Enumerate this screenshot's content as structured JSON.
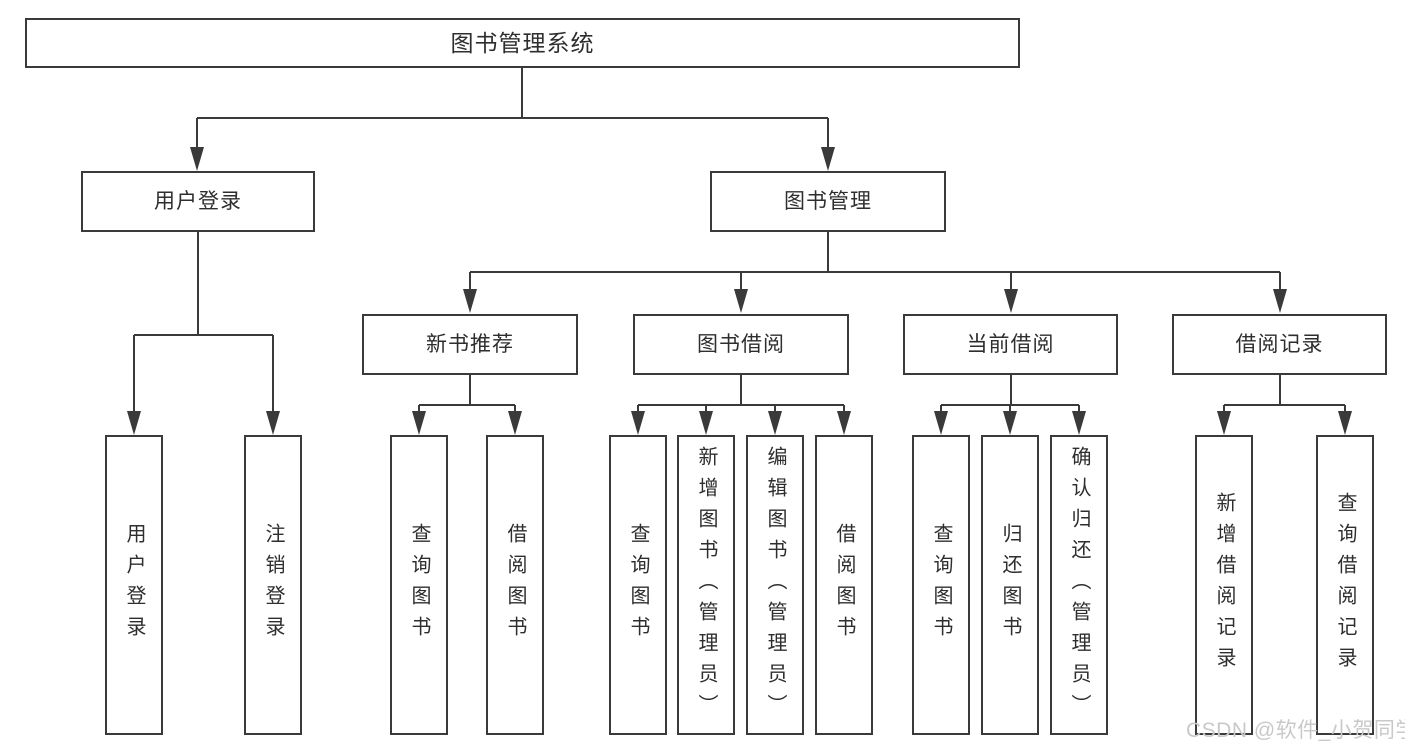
{
  "diagram": {
    "tree": {
      "root": {
        "label": "图书管理系统",
        "children": [
          {
            "label": "用户登录",
            "children": [
              {
                "label": "用户登录"
              },
              {
                "label": "注销登录"
              }
            ]
          },
          {
            "label": "图书管理",
            "children": [
              {
                "label": "新书推荐",
                "children": [
                  {
                    "label": "查询图书"
                  },
                  {
                    "label": "借阅图书"
                  }
                ]
              },
              {
                "label": "图书借阅",
                "children": [
                  {
                    "label": "查询图书"
                  },
                  {
                    "label": "新增图书（管理员）"
                  },
                  {
                    "label": "编辑图书（管理员）"
                  },
                  {
                    "label": "借阅图书"
                  }
                ]
              },
              {
                "label": "当前借阅",
                "children": [
                  {
                    "label": "查询图书"
                  },
                  {
                    "label": "归还图书"
                  },
                  {
                    "label": "确认归还（管理员）"
                  }
                ]
              },
              {
                "label": "借阅记录",
                "children": [
                  {
                    "label": "新增借阅记录"
                  },
                  {
                    "label": "查询借阅记录"
                  }
                ]
              }
            ]
          }
        ]
      }
    },
    "watermark": "CSDN @软件_小贺同学",
    "colors": {
      "line": "#3a3a3a",
      "box_border": "#3a3a3a",
      "box_background": "#ffffff",
      "text": "#2e2e2e",
      "watermark": "#c9c9c9"
    }
  }
}
